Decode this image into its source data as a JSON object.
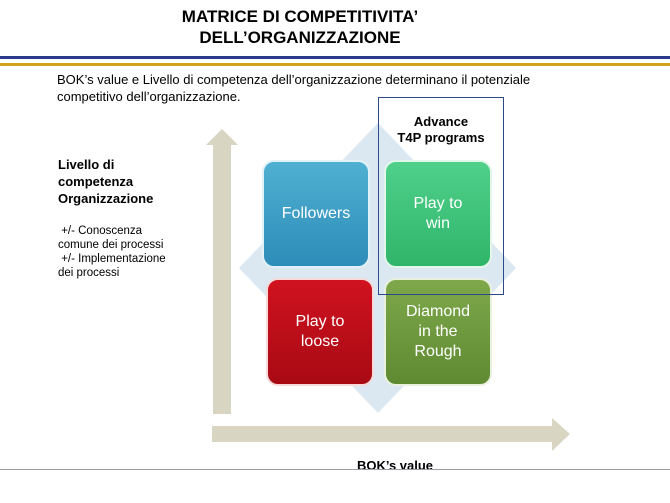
{
  "header": {
    "title_line1": "MATRICE DI COMPETITIVITA’",
    "title_line2": "DELL’ORGANIZZAZIONE"
  },
  "intro": {
    "line1": "BOK’s value e Livello di competenza dell’organizzazione determinano il potenziale",
    "line2": "competitivo  dell’organizzazione."
  },
  "y_axis": {
    "label_line1": "Livello di",
    "label_line2": "competenza",
    "label_line3": "Organizzazione",
    "note1_line1": " +/- Conoscenza",
    "note1_line2": "comune dei processi",
    "note2_line1": " +/- Implementazione",
    "note2_line2": "dei processi"
  },
  "x_axis": {
    "label": "BOK’s value"
  },
  "advance": {
    "line1": "Advance",
    "line2": "T4P programs"
  },
  "quadrants": {
    "top_left": {
      "line1": "Followers"
    },
    "top_right": {
      "line1": "Play to",
      "line2": "win"
    },
    "bottom_left": {
      "line1": "Play to",
      "line2": "loose"
    },
    "bottom_right": {
      "line1": "Diamond",
      "line2": "in the",
      "line3": "Rough"
    }
  },
  "colors": {
    "followers": "#3a9cc5",
    "play_to_win": "#3cc279",
    "play_to_loose": "#c0101b",
    "diamond": "#6e993e",
    "arrow": "#d8d6c2",
    "diamond_bg": "#dce8f1"
  }
}
